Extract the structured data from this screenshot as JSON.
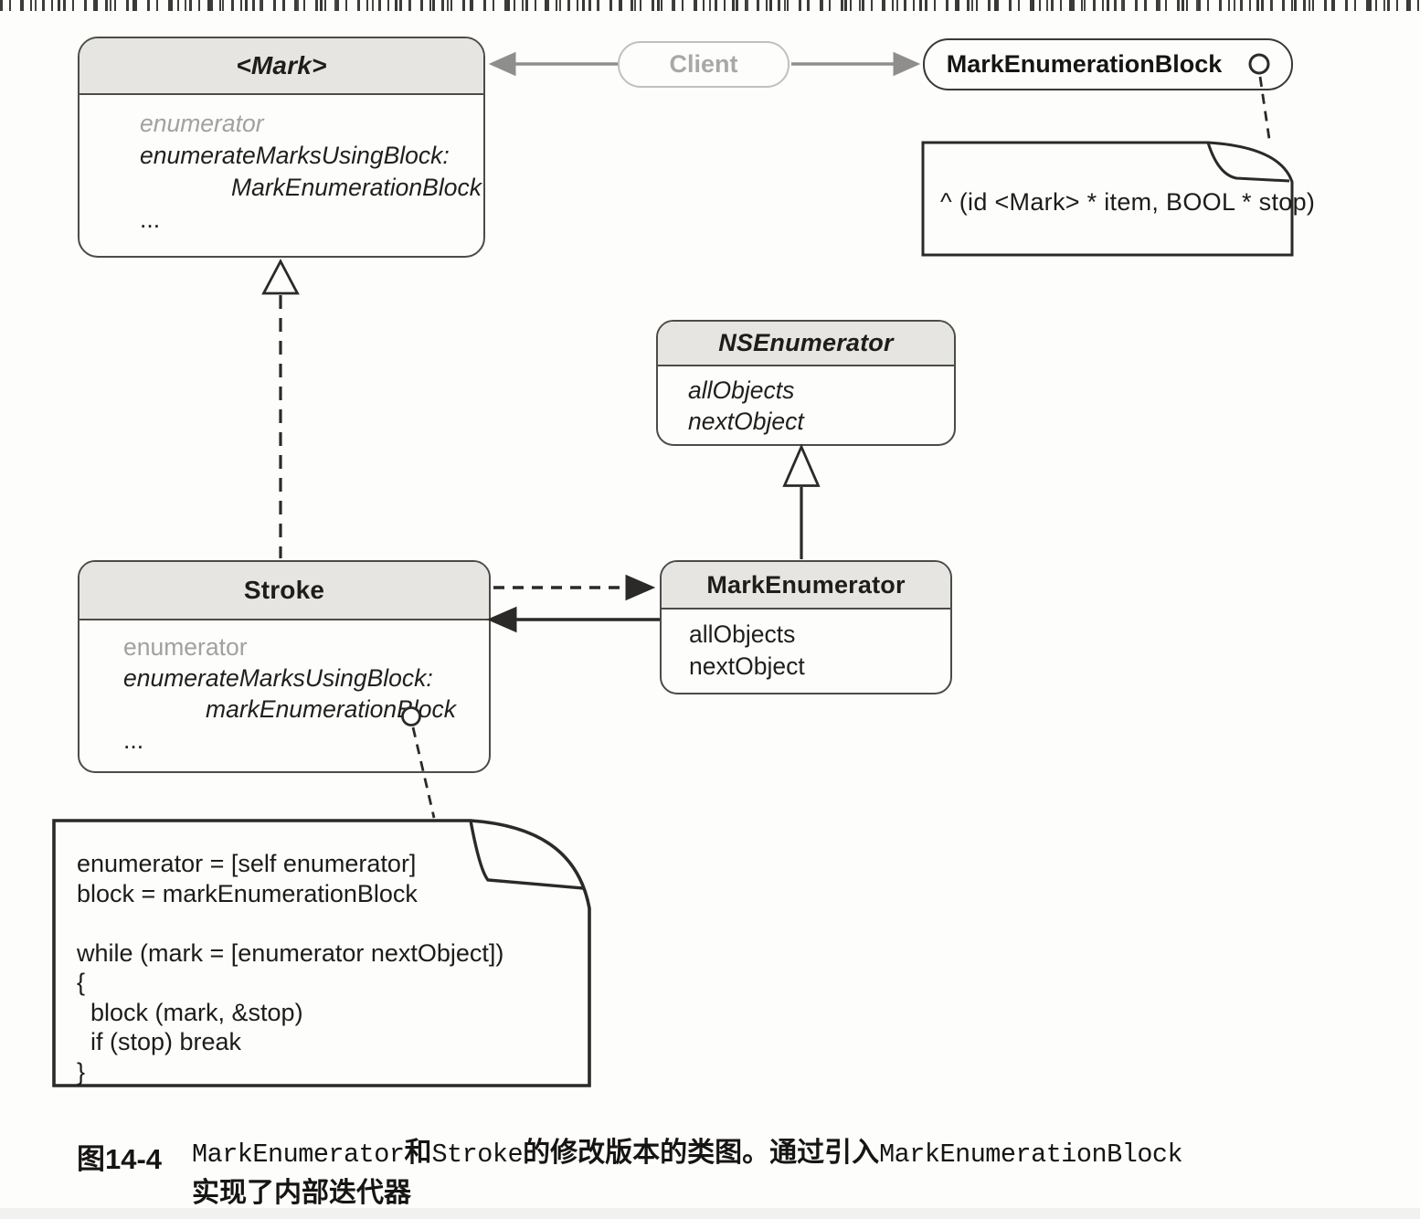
{
  "colors": {
    "header_fill": "#e6e5e2",
    "box_border": "#4b4b49",
    "line_black": "#2b2a28",
    "gray_member": "#a2a19e",
    "client_gray": "#a9a8a5",
    "arrow_gray": "#8f8e8c",
    "paper": "#fdfdfc"
  },
  "classes": {
    "mark": {
      "title": "<Mark>",
      "members": [
        "enumerator",
        "enumerateMarksUsingBlock:",
        "MarkEnumerationBlock",
        "..."
      ]
    },
    "nsenumerator": {
      "title": "NSEnumerator",
      "members": [
        "allObjects",
        "nextObject"
      ]
    },
    "stroke": {
      "title": "Stroke",
      "members": [
        "enumerator",
        "enumerateMarksUsingBlock:",
        "markEnumerationBlock",
        "..."
      ]
    },
    "markenumerator": {
      "title": "MarkEnumerator",
      "members": [
        "allObjects",
        "nextObject"
      ]
    },
    "markenumerationblock": {
      "title": "MarkEnumerationBlock"
    }
  },
  "client": {
    "label": "Client"
  },
  "notes": {
    "block_signature": "^ (id <Mark> * item, BOOL * stop)",
    "implementation_code": "enumerator = [self enumerator]\nblock = markEnumerationBlock\n\nwhile (mark = [enumerator nextObject])\n{\n  block (mark, &stop)\n  if (stop) break\n}"
  },
  "caption": {
    "label": "图14-4",
    "parts": [
      "MarkEnumerator",
      "和",
      "Stroke",
      "的修改版本的类图。通过引入",
      "MarkEnumerationBlock"
    ],
    "line2": "实现了内部迭代器"
  }
}
